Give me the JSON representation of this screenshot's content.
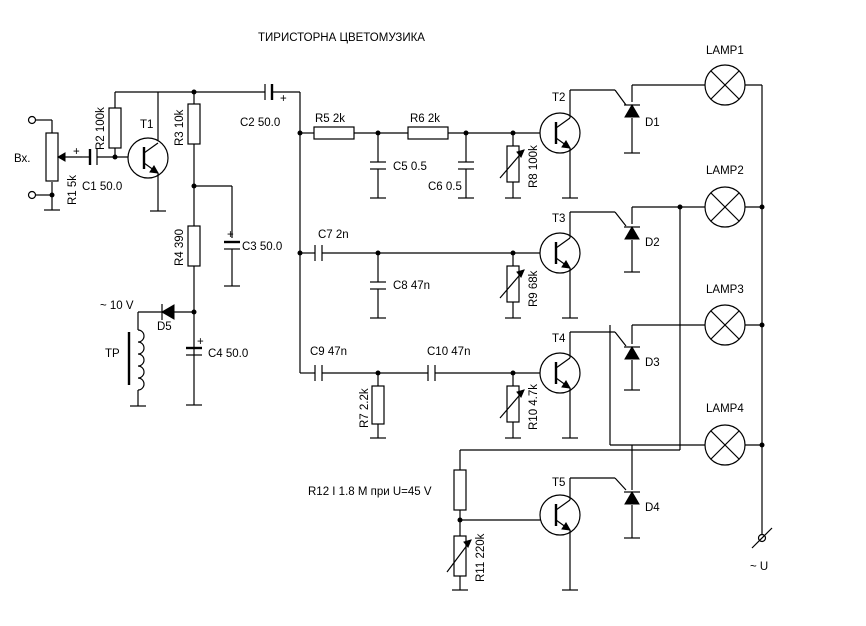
{
  "title": "ТИРИСТОРНА   ЦВЕТОМУЗИКА",
  "input_label": "Вх.",
  "supply_label": "~ U",
  "transformer": {
    "voltage": "~ 10 V",
    "label": "TP"
  },
  "transistors": {
    "T1": "T1",
    "T2": "T2",
    "T3": "T3",
    "T4": "T4",
    "T5": "T5"
  },
  "diodes": {
    "D1": "D1",
    "D2": "D2",
    "D3": "D3",
    "D4": "D4",
    "D5": "D5"
  },
  "lamps": {
    "LAMP1": "LAMP1",
    "LAMP2": "LAMP2",
    "LAMP3": "LAMP3",
    "LAMP4": "LAMP4"
  },
  "resistors": {
    "R1": "R1 5k",
    "R2": "R2 100k",
    "R3": "R3 10k",
    "R4": "R4 390",
    "R5": "R5 2k",
    "R6": "R6 2k",
    "R7": "R7 2.2k",
    "R8": "R8 100k",
    "R9": "R9 68k",
    "R10": "R10 4.7k",
    "R11": "R11 220k",
    "R12": "R12 I 1.8 M  при U=45 V"
  },
  "capacitors": {
    "C1": "C1 50.0",
    "C2": "C2 50.0",
    "C3": "C3 50.0",
    "C4": "C4 50.0",
    "C5": "C5 0.5",
    "C6": "C6 0.5",
    "C7": "C7 2n",
    "C8": "C8 47n",
    "C9": "C9 47n",
    "C10": "C10 47n"
  },
  "polarity": "+"
}
